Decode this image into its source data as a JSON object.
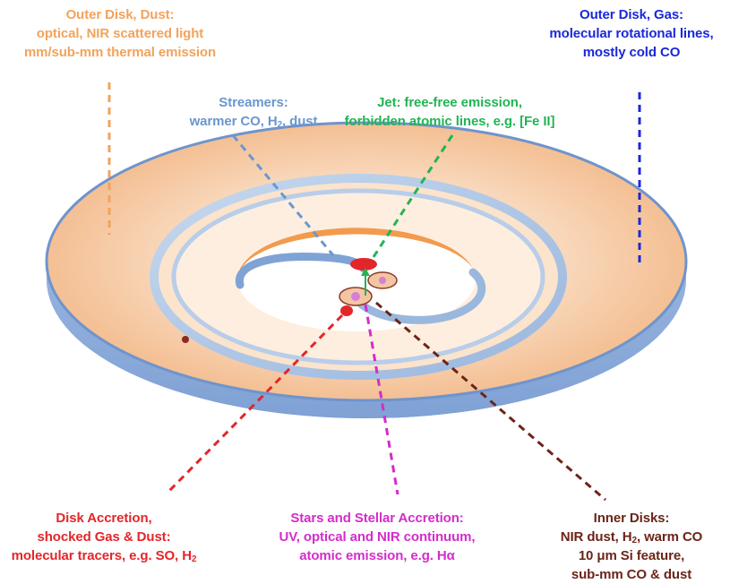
{
  "labels": {
    "outer_dust": {
      "title": "Outer Disk, Dust:",
      "line1": "optical, NIR scattered light",
      "line2": "mm/sub-mm thermal emission"
    },
    "outer_gas": {
      "title": "Outer Disk, Gas:",
      "line1": "molecular rotational lines,",
      "line2": "mostly cold CO"
    },
    "streamers": {
      "title": "Streamers:",
      "line1_a": "warmer CO, H",
      "line1_sub": "2",
      "line1_b": ", dust"
    },
    "jet": {
      "title": "Jet: free-free emission,",
      "line1": "forbidden atomic lines, e.g. [Fe II]"
    },
    "disk_accretion": {
      "title": "Disk Accretion,",
      "line1": "shocked Gas & Dust:",
      "line2_a": "molecular tracers, e.g. SO, H",
      "line2_sub": "2"
    },
    "stellar_accretion": {
      "title": "Stars and Stellar Accretion:",
      "line1": "UV, optical and NIR continuum,",
      "line2_a": "atomic emission, e.g. H",
      "line2_greek": "α"
    },
    "inner_disks": {
      "title": "Inner Disks:",
      "line1_a": "NIR dust, H",
      "line1_sub": "2",
      "line1_b": ", warm CO",
      "line2": "10 μm Si feature,",
      "line3": "sub-mm CO & dust"
    }
  },
  "colors": {
    "outer_dust": "#f2a35c",
    "outer_gas": "#1a28d8",
    "streamers": "#6a97cf",
    "jet": "#22b455",
    "disk_accretion": "#e3262a",
    "stellar_accretion": "#d42ccb",
    "inner_disks": "#6b2418",
    "disk_edge": "#6f94cc",
    "disk_fill": "#f7c9a3"
  }
}
